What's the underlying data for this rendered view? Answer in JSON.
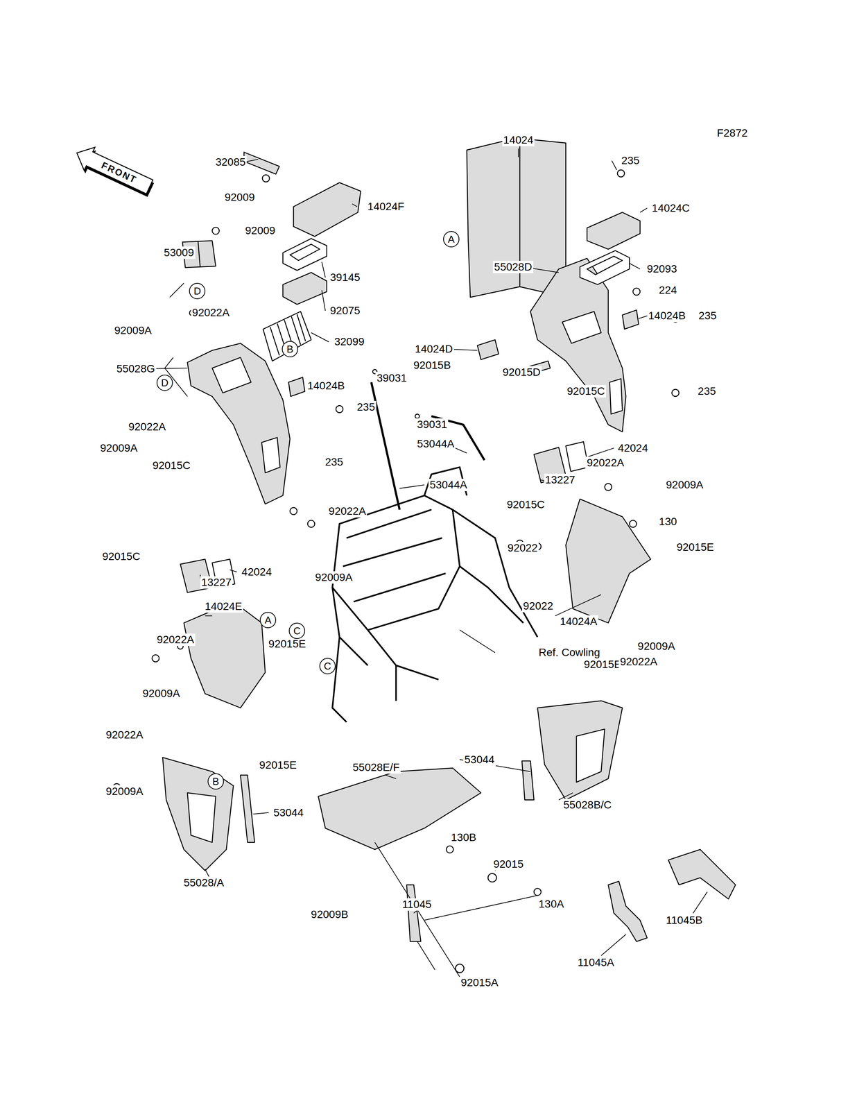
{
  "diagram": {
    "nodes": [
      {
        "text": [
          "FRONT"
        ]
      },
      {
        "text": [
          "A"
        ]
      },
      {
        "text": [
          "D"
        ]
      },
      {
        "text": [
          "B"
        ]
      },
      {
        "text": [
          "D"
        ]
      },
      {
        "text": [
          "A"
        ]
      },
      {
        "text": [
          "C"
        ]
      },
      {
        "text": [
          "C"
        ]
      },
      {
        "text": [
          "B"
        ]
      }
    ],
    "labels": [
      "F2872",
      "14024",
      "235",
      "32085",
      "14024F",
      "14024C",
      "92009",
      "92009",
      "53009",
      "55028D",
      "92093",
      "39145",
      "224",
      "92075",
      "92022A",
      "14024B",
      "235",
      "92009A",
      "32099",
      "14024D",
      "39031",
      "92015B",
      "55028G",
      "92015D",
      "14024B",
      "92015C",
      "235",
      "235",
      "39031",
      "53044A",
      "92022A",
      "92009A",
      "42024",
      "235",
      "92015C",
      "92022A",
      "13227",
      "53044A",
      "92009A",
      "92015C",
      "92022A",
      "130",
      "92015C",
      "92015E",
      "92022",
      "13227",
      "42024",
      "92009A",
      "92022",
      "14024E",
      "14024A",
      "Ref. Cowling",
      "92022A",
      "92015E",
      "92009A",
      "92009A",
      "92015E",
      "92022A",
      "92022A",
      "92015E",
      "53044",
      "55028E/F",
      "92009A",
      "53044",
      "55028B/C",
      "130B",
      "92015",
      "55028/A",
      "11045",
      "130A",
      "92009B",
      "11045B",
      "92015A",
      "11045A"
    ]
  }
}
